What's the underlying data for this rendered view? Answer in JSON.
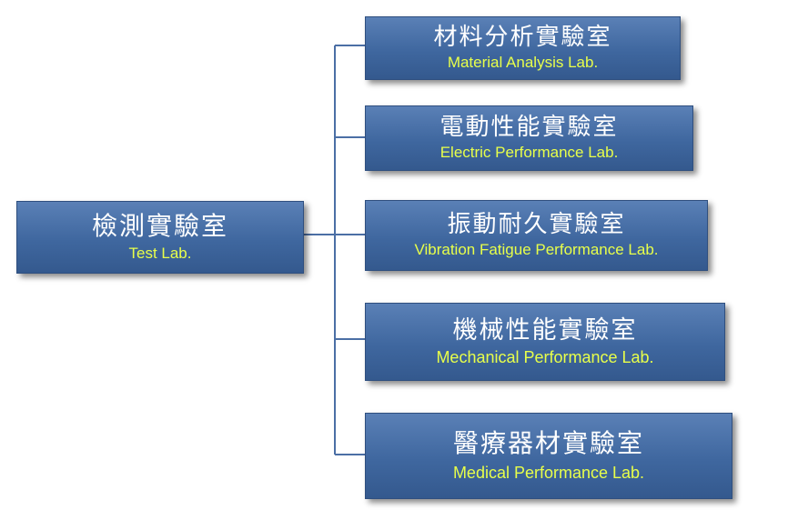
{
  "root": {
    "zh": "檢測實驗室",
    "en": "Test Lab."
  },
  "children": [
    {
      "zh": "材料分析實驗室",
      "en": "Material Analysis Lab."
    },
    {
      "zh": "電動性能實驗室",
      "en": "Electric Performance Lab."
    },
    {
      "zh": "振動耐久實驗室",
      "en": "Vibration Fatigue Performance Lab."
    },
    {
      "zh": "機械性能實驗室",
      "en": "Mechanical Performance Lab."
    },
    {
      "zh": "醫療器材實驗室",
      "en": "Medical Performance Lab."
    }
  ],
  "colors": {
    "box": "#3f679f",
    "zh_text": "#ffffff",
    "en_text": "#e8ff4a",
    "connector": "#4b6fa5"
  }
}
